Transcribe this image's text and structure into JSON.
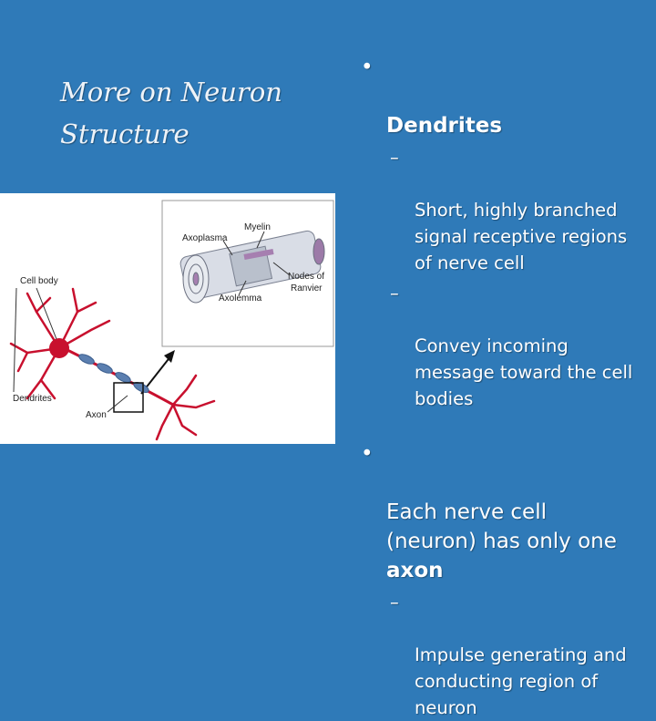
{
  "slide": {
    "title_lines": [
      "More on Neuron",
      "Structure"
    ],
    "bullets": [
      {
        "text": "Dendrites",
        "subs": [
          "Short, highly branched\nsignal receptive regions\nof nerve cell",
          "Convey incoming\nmessage toward the cell\nbodies"
        ]
      },
      {
        "text_plain": "Each nerve cell\n(neuron) has only one\n",
        "text_bold": "axon",
        "subs": [
          "Impulse generating and\nconducting region of\nneuron"
        ]
      }
    ],
    "bullet_glyph": "•",
    "dash_glyph": "–"
  },
  "figure": {
    "labels": {
      "cell_body": "Cell body",
      "dendrites": "Dendrites",
      "axon": "Axon",
      "axoplasma": "Axoplasma",
      "myelin": "Myelin",
      "nodes_of": "Nodes of",
      "ranvier": "Ranvier",
      "axolemma": "Axolemma"
    }
  },
  "colors": {
    "background": "#2f7ab8",
    "text": "#ffffff",
    "neuron": "#c8102e",
    "axon_segment": "#5b7fb0"
  }
}
